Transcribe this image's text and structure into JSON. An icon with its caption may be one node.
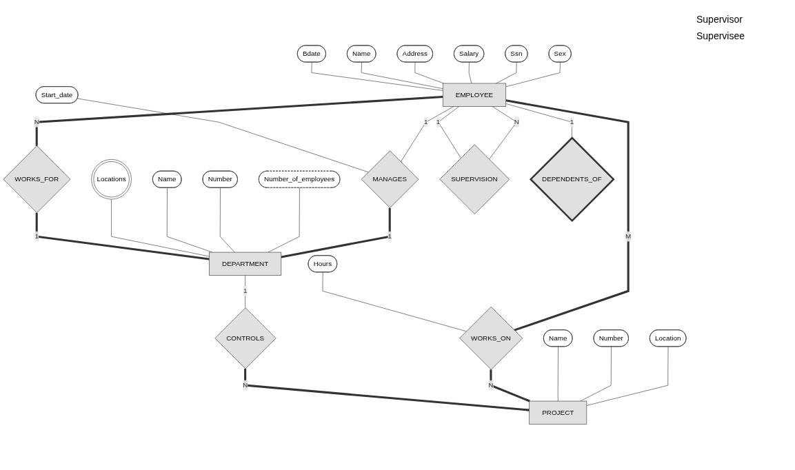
{
  "diagram": {
    "nodes": [
      {
        "text": [
          "Bdate"
        ]
      },
      {
        "text": [
          "Name"
        ]
      },
      {
        "text": [
          "Address"
        ]
      },
      {
        "text": [
          "Salary"
        ]
      },
      {
        "text": [
          "Ssn"
        ]
      },
      {
        "text": [
          "Sex"
        ]
      },
      {
        "text": [
          "EMPLOYEE"
        ]
      },
      {
        "text": [
          "WORKS_FOR"
        ]
      },
      {
        "text": [
          "Locations"
        ]
      },
      {
        "text": [
          "Name"
        ]
      },
      {
        "text": [
          "Number"
        ]
      },
      {
        "text": [
          "DEPARTMENT"
        ]
      },
      {
        "text": [
          "Start_date"
        ]
      },
      {
        "text": [
          "Number_of_employees"
        ]
      },
      {
        "text": [
          "MANAGES"
        ]
      },
      {
        "text": [
          "CONTROLS"
        ]
      },
      {
        "text": [
          "Hours"
        ]
      },
      {
        "text": [
          "WORKS_ON"
        ]
      },
      {
        "text": [
          "PROJECT"
        ]
      },
      {
        "text": [
          "SUPERVISION"
        ]
      },
      {
        "text": [
          "DEPENDENTS_OF"
        ]
      },
      {
        "text": [
          "Name"
        ]
      },
      {
        "text": [
          "Number"
        ]
      },
      {
        "text": [
          "Location"
        ]
      }
    ],
    "edges": [
      {
        "from": 0,
        "to": 6,
        "arrow": "none"
      },
      {
        "from": 1,
        "to": 6,
        "arrow": "none"
      },
      {
        "from": 2,
        "to": 6,
        "arrow": "none"
      },
      {
        "from": 3,
        "to": 6,
        "arrow": "none"
      },
      {
        "from": 4,
        "to": 6,
        "arrow": "none"
      },
      {
        "from": 5,
        "to": 6,
        "arrow": "none"
      },
      {
        "from": 6,
        "to": 7,
        "arrow": "none",
        "label": "N",
        "style": "thick"
      },
      {
        "from": 7,
        "to": 11,
        "arrow": "none",
        "label": "1",
        "style": "thick"
      },
      {
        "from": 8,
        "to": 11,
        "arrow": "none"
      },
      {
        "from": 9,
        "to": 11,
        "arrow": "none"
      },
      {
        "from": 10,
        "to": 11,
        "arrow": "none"
      },
      {
        "from": 13,
        "to": 11,
        "arrow": "none"
      },
      {
        "from": 12,
        "to": 14,
        "arrow": "none"
      },
      {
        "from": 6,
        "to": 14,
        "arrow": "none",
        "label": "1"
      },
      {
        "from": 14,
        "to": 11,
        "arrow": "none",
        "label": "1",
        "style": "thick"
      },
      {
        "from": 11,
        "to": 15,
        "arrow": "none",
        "label": "1"
      },
      {
        "from": 15,
        "to": 18,
        "arrow": "none",
        "label": "N",
        "style": "thick"
      },
      {
        "from": 16,
        "to": 17,
        "arrow": "none"
      },
      {
        "from": 6,
        "to": 17,
        "arrow": "none",
        "label": "M",
        "style": "thick"
      },
      {
        "from": 17,
        "to": 18,
        "arrow": "none",
        "label": "N",
        "style": "thick"
      },
      {
        "from": 6,
        "to": 19,
        "arrow": "none",
        "label": "1"
      },
      {
        "from": 6,
        "to": 19,
        "arrow": "none",
        "label": "N"
      },
      {
        "from": 6,
        "to": 20,
        "arrow": "none",
        "label": "1"
      },
      {
        "from": 21,
        "to": 18,
        "arrow": "none"
      },
      {
        "from": 22,
        "to": 18,
        "arrow": "none"
      },
      {
        "from": 23,
        "to": 18,
        "arrow": "none"
      }
    ],
    "labels": [
      "Supervisor",
      "Supervisee"
    ]
  }
}
